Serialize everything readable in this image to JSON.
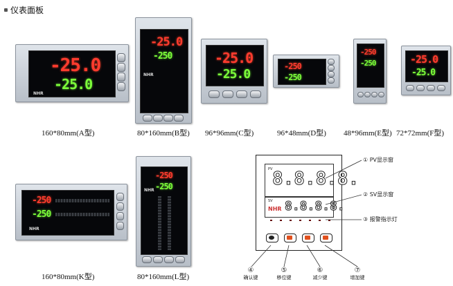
{
  "header": {
    "title": "仪表面板"
  },
  "display": {
    "pv": "-25.0",
    "sv": "-25.0",
    "sv_short": "-250",
    "pv_short": "-250",
    "diagram_digits": "8.8.8.8."
  },
  "meters": [
    {
      "caption": "160*80mm(A型)"
    },
    {
      "caption": "80*160mm(B型)"
    },
    {
      "caption": "96*96mm(C型)"
    },
    {
      "caption": "96*48mm(D型)"
    },
    {
      "caption": "48*96mm(E型)"
    },
    {
      "caption": "72*72mm(F型)"
    },
    {
      "caption": "160*80mm(K型)"
    },
    {
      "caption": "80*160mm(L型)"
    }
  ],
  "diagram": {
    "pv_tag": "PV",
    "sv_tag": "SV",
    "logo": "NHR",
    "callouts": [
      {
        "num": "①",
        "text": "PV显示窗"
      },
      {
        "num": "②",
        "text": "SV显示窗"
      },
      {
        "num": "③",
        "text": "报警指示灯"
      }
    ],
    "keys": [
      {
        "num": "④",
        "label": "确认键",
        "color": "#222222"
      },
      {
        "num": "⑤",
        "label": "移位键",
        "color": "#e0501e"
      },
      {
        "num": "⑥",
        "label": "减少键",
        "color": "#e0501e"
      },
      {
        "num": "⑦",
        "label": "增加键",
        "color": "#e0501e"
      }
    ]
  },
  "colors": {
    "pv": "#ff3b2e",
    "sv": "#7dff3a"
  }
}
